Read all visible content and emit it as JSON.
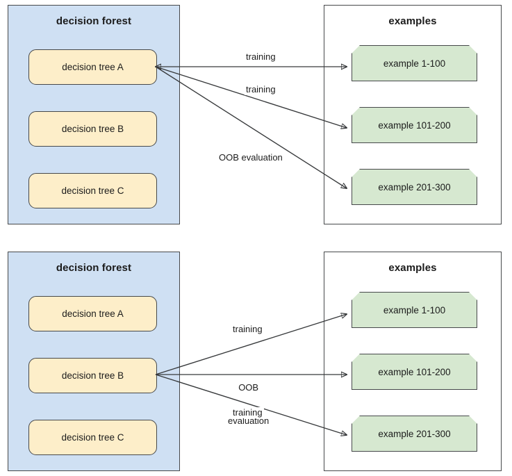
{
  "diagrams": [
    {
      "id": "top",
      "forest_panel": {
        "title": "decision forest",
        "trees": [
          {
            "label": "decision tree A"
          },
          {
            "label": "decision tree B"
          },
          {
            "label": "decision tree C"
          }
        ]
      },
      "examples_panel": {
        "title": "examples",
        "examples": [
          {
            "label": "example 1-100"
          },
          {
            "label": "example 101-200"
          },
          {
            "label": "example 201-300"
          }
        ]
      },
      "source_tree": "decision tree A",
      "edges": [
        {
          "label": "training",
          "from": "decision tree A",
          "to": "example 1-100"
        },
        {
          "label": "training",
          "from": "decision tree A",
          "to": "example 101-200"
        },
        {
          "label": "OOB evaluation",
          "from": "decision tree A",
          "to": "example 201-300"
        }
      ]
    },
    {
      "id": "bottom",
      "forest_panel": {
        "title": "decision forest",
        "trees": [
          {
            "label": "decision tree A"
          },
          {
            "label": "decision tree B"
          },
          {
            "label": "decision tree C"
          }
        ]
      },
      "examples_panel": {
        "title": "examples",
        "examples": [
          {
            "label": "example 1-100"
          },
          {
            "label": "example 101-200"
          },
          {
            "label": "example 201-300"
          }
        ]
      },
      "source_tree": "decision tree B",
      "edges": [
        {
          "label": "training",
          "from": "decision tree B",
          "to": "example 1-100"
        },
        {
          "label_line1": "OOB",
          "label_line2": "evaluation",
          "from": "decision tree B",
          "to": "example 101-200"
        },
        {
          "label": "training",
          "from": "decision tree B",
          "to": "example 201-300"
        }
      ]
    }
  ],
  "colors": {
    "forest_panel_fill": "#cfe0f3",
    "tree_box_fill": "#fdeec9",
    "example_box_fill": "#d6e8d0",
    "border": "#46484a",
    "edge_stroke": "#37393b",
    "text": "#1b1b1b",
    "background": "#ffffff"
  }
}
